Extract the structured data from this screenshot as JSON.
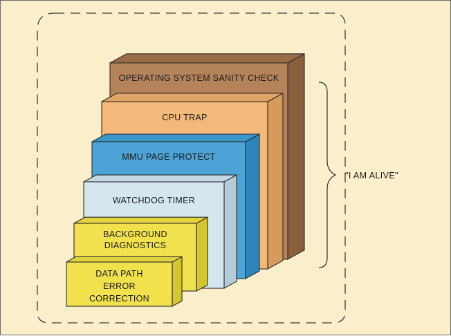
{
  "colors": {
    "background": "#fbefcb",
    "outline": "#2a2a2a",
    "dash": "#3a3a3a"
  },
  "layers": [
    {
      "id": "os-sanity",
      "lines": [
        "OPERATING SYSTEM SANITY CHECK"
      ],
      "front": "#b4835a",
      "side": "#8a5f3b",
      "top": "#9a6c45"
    },
    {
      "id": "cpu-trap",
      "lines": [
        "CPU TRAP"
      ],
      "front": "#f2b97b",
      "side": "#d89a5c",
      "top": "#e2a566"
    },
    {
      "id": "mmu-page-protect",
      "lines": [
        "MMU PAGE PROTECT"
      ],
      "front": "#4ba3d6",
      "side": "#2c86bd",
      "top": "#3a95c9"
    },
    {
      "id": "watchdog-timer",
      "lines": [
        "WATCHDOG TIMER"
      ],
      "front": "#d4e6ee",
      "side": "#b2ccd8",
      "top": "#c2d9e3"
    },
    {
      "id": "background-diagnostics",
      "lines": [
        "BACKGROUND",
        "DIAGNOSTICS"
      ],
      "front": "#f1e24d",
      "side": "#d5c52f",
      "top": "#e3d43e"
    },
    {
      "id": "data-path-error-correction",
      "lines": [
        "DATA PATH",
        "ERROR",
        "CORRECTION"
      ],
      "front": "#f1e24d",
      "side": "#d5c52f",
      "top": "#e3d43e"
    }
  ],
  "annotation": "\"I AM ALIVE\""
}
